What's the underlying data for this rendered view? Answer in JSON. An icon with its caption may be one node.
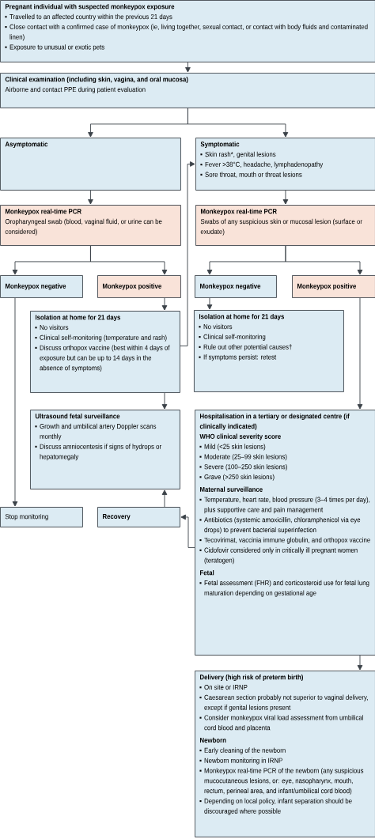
{
  "diagram": {
    "nodes": [
      {
        "text": [
          "Pregnant individual with suspected monkeypox exposure",
          "Travelled to an affected country within the previous 21 days",
          "Close contact with a confirmed case of monkeypox (ie, living together, sexual contact, or contact with body fluids and contaminated linen)",
          "Exposure to unusual or exotic pets"
        ]
      },
      {
        "text": [
          "Clinical examination (including skin, vagina, and oral mucosa)",
          "Airborne and contact PPE during patient evaluation"
        ]
      },
      {
        "text": [
          "Asymptomatic"
        ]
      },
      {
        "text": [
          "Symptomatic",
          "Skin rash*, genital lesions",
          "Fever >38°C, headache, lymphadenopathy",
          "Sore throat, mouth or throat lesions"
        ]
      },
      {
        "text": [
          "Monkeypox real-time PCR",
          "Oropharyngeal swab (blood, vaginal fluid, or urine can be considered)"
        ]
      },
      {
        "text": [
          "Monkeypox real-time PCR",
          "Swabs of any suspicious skin or mucosal lesion (surface or exudate)"
        ]
      },
      {
        "text": [
          "Monkeypox negative"
        ]
      },
      {
        "text": [
          "Monkeypox positive"
        ]
      },
      {
        "text": [
          "Monkeypox negative"
        ]
      },
      {
        "text": [
          "Monkeypox positive"
        ]
      },
      {
        "text": [
          "Isolation at home for 21 days",
          "No visitors",
          "Clinical self-monitoring (temperature and rash)",
          "Discuss orthopox vaccine (best within 4 days of exposure but can be up to 14 days in the absence of symptoms)"
        ]
      },
      {
        "text": [
          "Isolation at home for 21 days",
          "No visitors",
          "Clinical self-monitoring",
          "Rule out other potential causes†",
          "If symptoms persist: retest"
        ]
      },
      {
        "text": [
          "Ultrasound fetal surveillance",
          "Growth and umbilical artery Doppler scans monthly",
          "Discuss amniocentesis if signs of hydrops or hepatomegaly"
        ]
      },
      {
        "text": [
          "Hospitalisation in a tertiary or designated centre (if clinically indicated)",
          "WHO clinical severity score",
          "Mild (<25 skin lesions)",
          "Moderate (25–99 skin lesions)",
          "Severe (100–250 skin lesions)",
          "Grave (>250 skin lesions)",
          "Maternal surveillance",
          "Temperature, heart rate, blood pressure (3–4 times per day), plus supportive care and pain management",
          "Antibiotics (systemic amoxicillin, chloramphenicol via eye drops) to prevent bacterial superinfection",
          "Tecovirimat, vaccinia immune globulin, and orthopox vaccine",
          "Cidofovir considered only in critically ill pregnant women (teratogen)",
          "Fetal",
          "Fetal assessment (FHR) and corticosteroid use for fetal lung maturation depending on gestational age"
        ]
      },
      {
        "text": [
          "Stop monitoring"
        ]
      },
      {
        "text": [
          "Recovery"
        ]
      },
      {
        "text": [
          "Delivery (high risk of preterm birth)",
          "On site or IRNP",
          "Caesarean section probably not superior to vaginal delivery, except if genital lesions present",
          "Consider monkeypox viral load assessment from umbilical cord blood and placenta",
          "Newborn",
          "Early cleaning of the newborn",
          "Newborn monitoring in IRNP",
          "Monkeypox real-time PCR of the newborn (any suspicious mucocutaneous lesions, or: eye, nasopharynx, mouth, rectum, perineal area, and infant/umbilical cord blood)",
          "Depending on local policy, infant separation should be discouraged where possible"
        ]
      }
    ],
    "edges": [
      {
        "from": 0,
        "to": 1,
        "arrow": "to"
      },
      {
        "from": 1,
        "to": 2,
        "arrow": "to"
      },
      {
        "from": 1,
        "to": 3,
        "arrow": "to"
      },
      {
        "from": 2,
        "to": 4,
        "arrow": "to"
      },
      {
        "from": 3,
        "to": 5,
        "arrow": "to"
      },
      {
        "from": 4,
        "to": 6,
        "arrow": "to"
      },
      {
        "from": 4,
        "to": 7,
        "arrow": "to"
      },
      {
        "from": 5,
        "to": 8,
        "arrow": "to"
      },
      {
        "from": 5,
        "to": 9,
        "arrow": "to"
      },
      {
        "from": 7,
        "to": 10,
        "arrow": "to"
      },
      {
        "from": 8,
        "to": 11,
        "arrow": "to"
      },
      {
        "from": 10,
        "to": 3,
        "arrow": "to"
      },
      {
        "from": 10,
        "to": 12,
        "arrow": "to"
      },
      {
        "from": 6,
        "to": 14,
        "arrow": "to"
      },
      {
        "from": 9,
        "to": 13,
        "arrow": "to"
      },
      {
        "from": 15,
        "to": 12,
        "arrow": "to"
      },
      {
        "from": 13,
        "to": 15,
        "arrow": "to"
      },
      {
        "from": 13,
        "to": 16,
        "arrow": "to"
      }
    ]
  }
}
